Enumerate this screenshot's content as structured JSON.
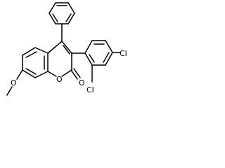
{
  "molecule": {
    "atoms": {
      "chlorine_top": "Cl",
      "chlorine_bottom": "Cl",
      "ring_oxygen": "O",
      "carbonyl_oxygen": "O",
      "methoxy_oxygen": "O"
    }
  }
}
